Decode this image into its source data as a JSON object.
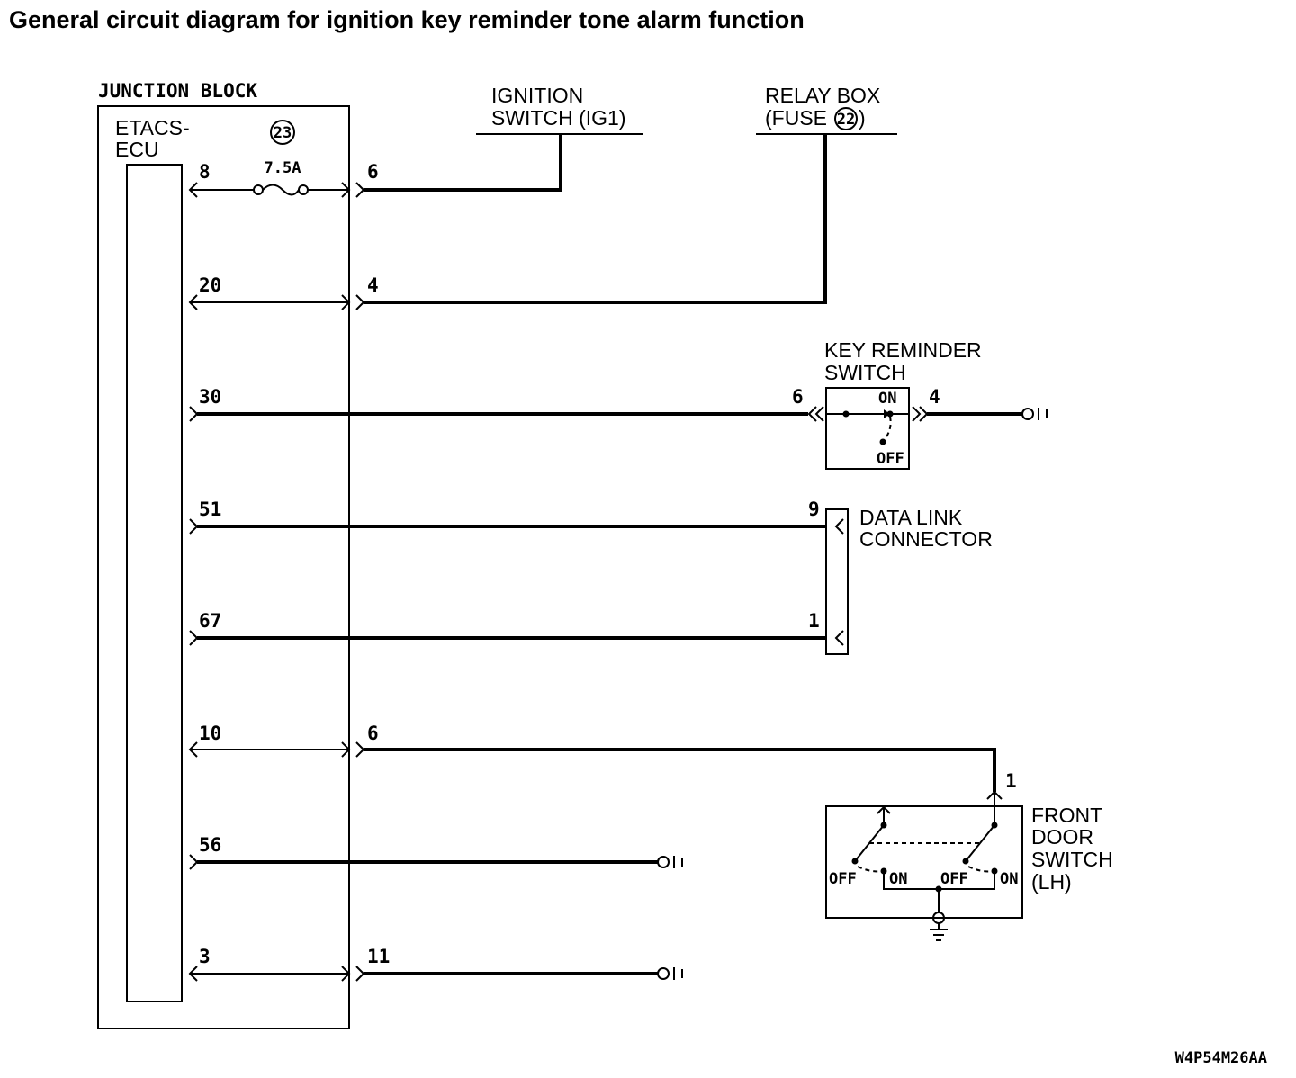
{
  "title": "General circuit diagram for ignition key reminder tone alarm function",
  "figure_id": "W4P54M26AA",
  "junction_block": {
    "label": "JUNCTION BLOCK",
    "ecu_label_1": "ETACS-",
    "ecu_label_2": "ECU",
    "fuse_number": "23",
    "fuse_rating": "7.5A"
  },
  "ignition_switch": {
    "line1": "IGNITION",
    "line2": "SWITCH (IG1)"
  },
  "relay_box": {
    "line1": "RELAY BOX",
    "line2_prefix": "(FUSE ",
    "fuse_number": "22",
    "line2_suffix": ")"
  },
  "key_reminder_switch": {
    "line1": "KEY REMINDER",
    "line2": "SWITCH",
    "pin_in": "6",
    "pin_out": "4",
    "on_label": "ON",
    "off_label": "OFF"
  },
  "data_link_connector": {
    "line1": "DATA LINK",
    "line2": "CONNECTOR",
    "pin_top": "9",
    "pin_bottom": "1"
  },
  "front_door_switch": {
    "line1": "FRONT",
    "line2": "DOOR",
    "line3": "SWITCH",
    "line4": "(LH)",
    "pin": "1",
    "off_label": "OFF",
    "on_label": "ON"
  },
  "ecu_pins": [
    "8",
    "20",
    "30",
    "51",
    "67",
    "10",
    "56",
    "3"
  ],
  "jb_pins": [
    "6",
    "4",
    "6",
    "11"
  ]
}
